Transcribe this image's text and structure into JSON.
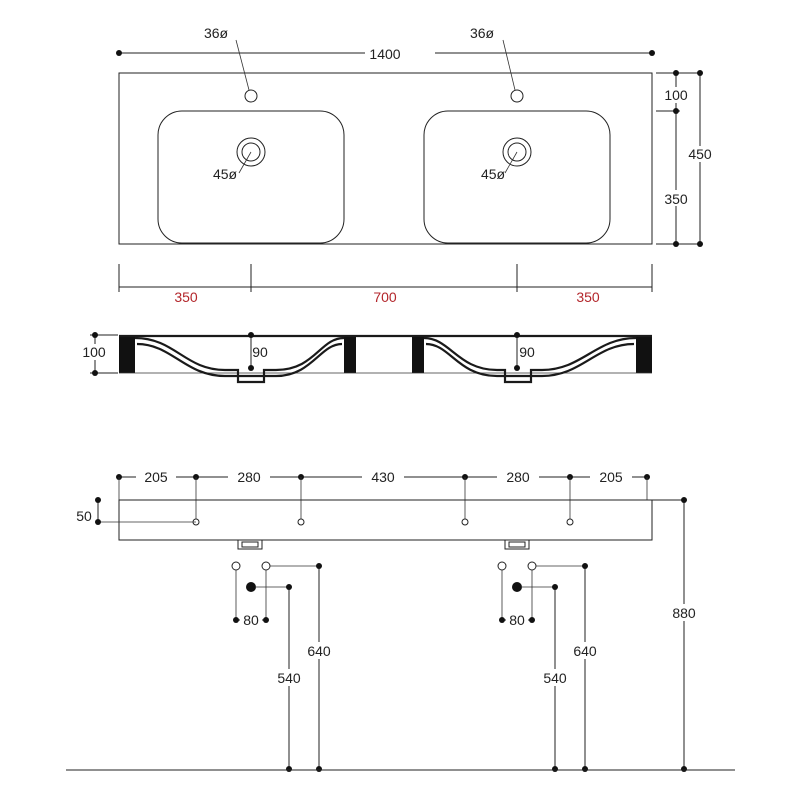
{
  "colors": {
    "line": "#222222",
    "highlight_dimension": "#b3262b",
    "solid": "#111111",
    "background": "#ffffff"
  },
  "top_view": {
    "overall_width": "1400",
    "tap_hole_left": "36ø",
    "tap_hole_right": "36ø",
    "drain_left": "45ø",
    "drain_right": "45ø",
    "depth_to_basin": "100",
    "basin_depth": "350",
    "total_depth": "450",
    "spacing_left": "350",
    "spacing_center": "700",
    "spacing_right": "350"
  },
  "section_view": {
    "height": "100",
    "basin_depth_left": "90",
    "basin_depth_right": "90"
  },
  "front_view": {
    "bracket_spacing": [
      "205",
      "280",
      "430",
      "280",
      "205"
    ],
    "bracket_height": "50",
    "mounting_height": "880",
    "left_drain": {
      "spacing": "80",
      "waste_height": "540",
      "supply_height": "640"
    },
    "right_drain": {
      "spacing": "80",
      "waste_height": "540",
      "supply_height": "640"
    }
  }
}
